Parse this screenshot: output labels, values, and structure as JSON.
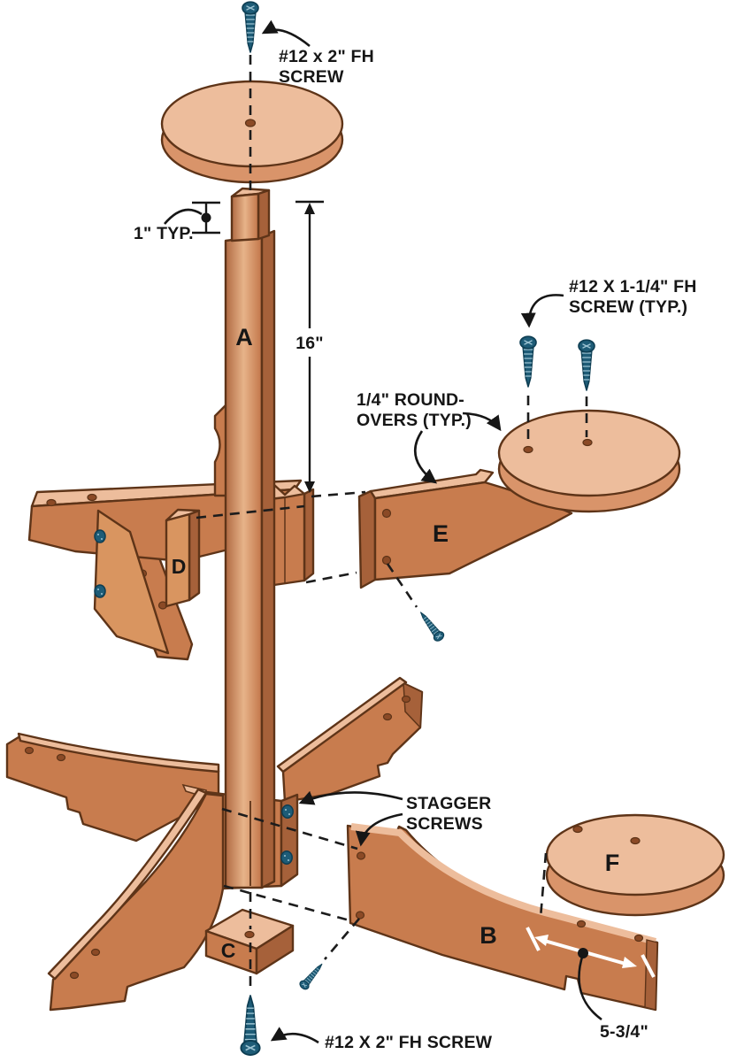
{
  "title": "Plant stand exploded assembly diagram",
  "colors": {
    "wood_light": "#EDBD9C",
    "wood_mid": "#C87C4E",
    "wood_mid2": "#D99560",
    "wood_dark": "#A6613A",
    "wood_deep": "#8B4A26",
    "wood_side": "#D9946A",
    "outline": "#5E3418",
    "screw": "#1E5C77",
    "screw_dark": "#0D3D52",
    "screw_light": "#9CC3D2",
    "ink": "#161616",
    "bg": "#FFFFFF"
  },
  "labels": {
    "top_screw_line1": "#12 x 2\" FH",
    "top_screw_line2": "SCREW",
    "typ_1in": "1\" TYP.",
    "dim_16in": "16\"",
    "side_screw_line1": "#12 X 1-1/4\" FH",
    "side_screw_line2": "SCREW (TYP.)",
    "roundover_line1": "1/4\" ROUND-",
    "roundover_line2": "OVERS (TYP.)",
    "stagger_line1": "STAGGER",
    "stagger_line2": "SCREWS",
    "dim_5_34": "5-3/4\"",
    "bottom_screw": "#12 X 2\" FH SCREW"
  },
  "parts": {
    "post": "A",
    "leg": "B",
    "cap_block": "C",
    "spacer": "D",
    "arm": "E",
    "seat": "F"
  }
}
